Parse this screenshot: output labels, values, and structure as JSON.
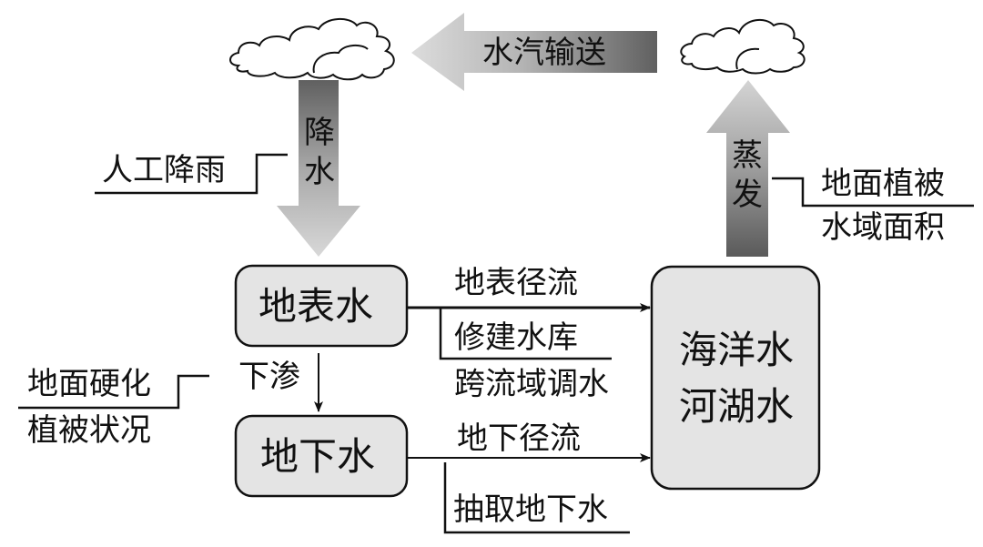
{
  "nodes": {
    "surface_water": "地表水",
    "groundwater": "地下水",
    "ocean_water": "海洋水",
    "river_lake_water": "河湖水"
  },
  "flows": {
    "vapor_transport": "水汽输送",
    "precipitation": [
      "降",
      "水"
    ],
    "evaporation": [
      "蒸",
      "发"
    ],
    "surface_runoff": "地表径流",
    "infiltration": "下渗",
    "groundwater_runoff": "地下径流"
  },
  "human_factors": {
    "artificial_rain": "人工降雨",
    "vegetation_top": "地面植被",
    "water_area": "水域面积",
    "ground_hardening": "地面硬化",
    "vegetation_condition": "植被状况",
    "build_reservoir": "修建水库",
    "inter_basin_transfer": "跨流域调水",
    "pump_groundwater": "抽取地下水"
  },
  "icons": {
    "cloud_left": "cloud-icon",
    "cloud_right": "cloud-icon"
  }
}
